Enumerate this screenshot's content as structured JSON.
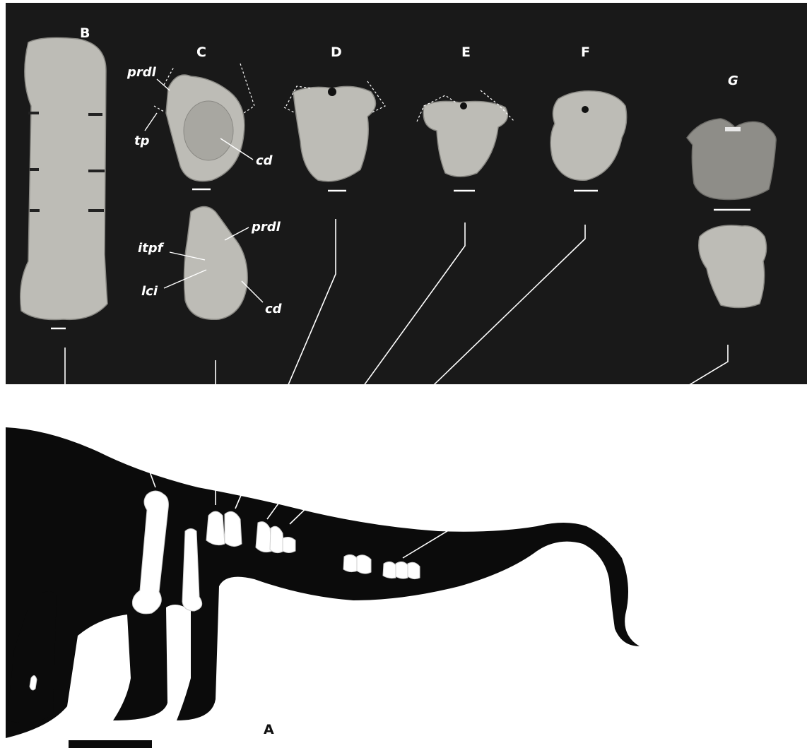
{
  "panels": {
    "A": "A",
    "B": "B",
    "C": "C",
    "D": "D",
    "E": "E",
    "F": "F",
    "G": "G"
  },
  "annotations": {
    "prdl_top": "prdl",
    "tp": "tp",
    "cd_top": "cd",
    "prdl_bottom": "prdl",
    "itpf": "itpf",
    "lci": "lci",
    "cd_bottom": "cd"
  },
  "colors": {
    "photo_background": "#191919",
    "silhouette": "#0b0b0b",
    "bone_highlight": "#ffffff",
    "fossil_bone": "#bdbcb6"
  }
}
